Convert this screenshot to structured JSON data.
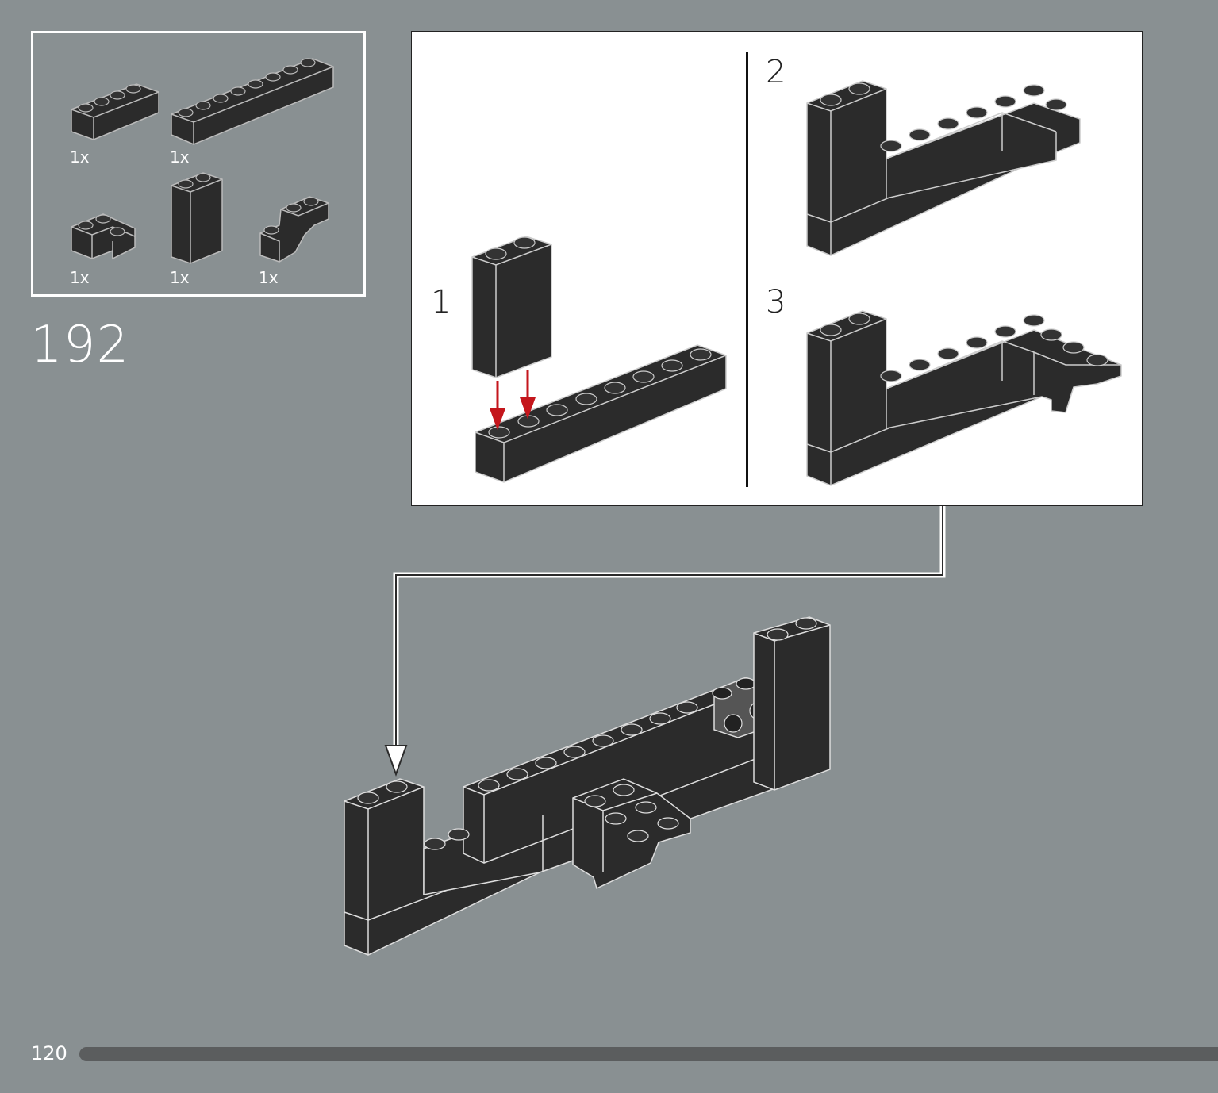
{
  "parts_list": {
    "items": [
      {
        "part": "brick-1x4",
        "qty": "1x"
      },
      {
        "part": "brick-1x8",
        "qty": "1x"
      },
      {
        "part": "corner-brick",
        "qty": "1x"
      },
      {
        "part": "brick-1x2x3",
        "qty": "1x"
      },
      {
        "part": "arch-brick",
        "qty": "1x"
      }
    ]
  },
  "step": {
    "number": "192"
  },
  "sub_assembly": {
    "steps": [
      {
        "number": "1"
      },
      {
        "number": "2"
      },
      {
        "number": "3"
      }
    ]
  },
  "footer": {
    "page_number": "120"
  },
  "colors": {
    "background": "#899092",
    "brick": "#2b2b2b",
    "arrow_red": "#c4161c",
    "panel": "#ffffff"
  }
}
